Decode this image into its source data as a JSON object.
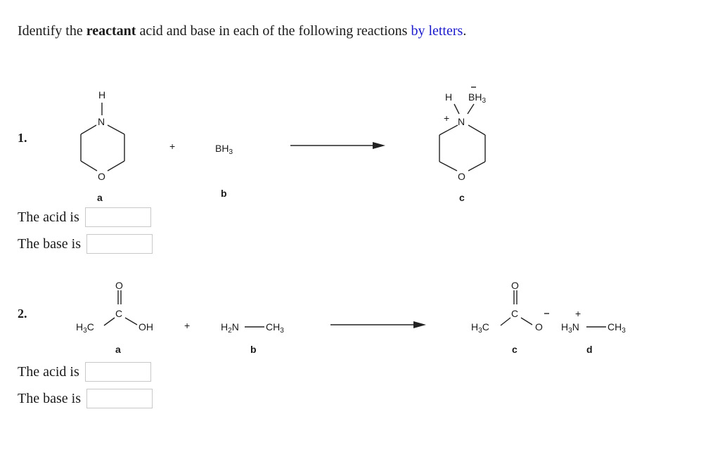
{
  "instruction": {
    "prefix": "Identify the ",
    "bold": "reactant",
    "middle": " acid and base in each of the following reactions ",
    "link": "by letters",
    "suffix": "."
  },
  "questions": [
    {
      "number": "1.",
      "reactants": [
        {
          "letter": "a",
          "name": "morpholine",
          "atoms": [
            "H",
            "N",
            "O"
          ]
        },
        {
          "letter": "b",
          "formula": "BH3"
        }
      ],
      "products": [
        {
          "letter": "c",
          "name": "morpholine-borane adduct",
          "atoms": [
            "H",
            "BH3",
            "N",
            "O"
          ],
          "charges": [
            "+",
            "−"
          ]
        }
      ],
      "plus": "+",
      "acid_label": "The acid is",
      "base_label": "The base is",
      "acid_value": "",
      "base_value": ""
    },
    {
      "number": "2.",
      "reactants": [
        {
          "letter": "a",
          "name": "acetic acid",
          "labels": [
            "H3C",
            "C",
            "O",
            "OH"
          ]
        },
        {
          "letter": "b",
          "formula": "H2N—CH3"
        }
      ],
      "products": [
        {
          "letter": "c",
          "name": "acetate",
          "labels": [
            "H3C",
            "C",
            "O",
            "O−"
          ]
        },
        {
          "letter": "d",
          "formula": "H3N+—CH3"
        }
      ],
      "plus": "+",
      "acid_label": "The acid is",
      "base_label": "The base is",
      "acid_value": "",
      "base_value": ""
    }
  ]
}
